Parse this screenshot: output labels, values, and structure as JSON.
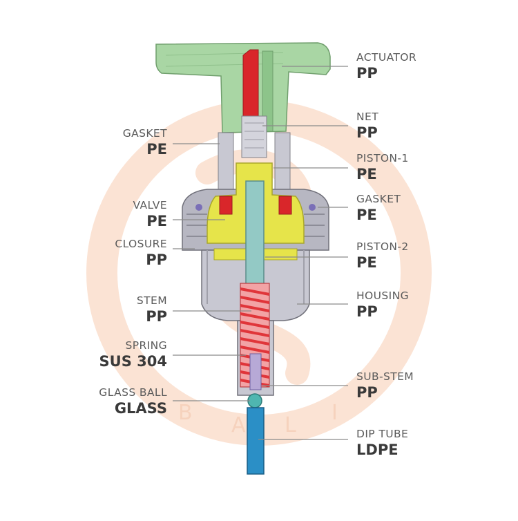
{
  "watermark": {
    "letters": [
      "B",
      "A",
      "L",
      "I"
    ]
  },
  "colors": {
    "watermark": "#fbe3d4",
    "actuator": "#a9d6a4",
    "red_insert": "#d9262a",
    "piston": "#e6e44a",
    "housing": "#c8c8d2",
    "stem": "#93c9c5",
    "spring": "#e0353a",
    "sub_stem": "#b7a9d6",
    "dip_tube": "#2b8fc6"
  },
  "left_labels": [
    {
      "id": "gasket-top",
      "name": "GASKET",
      "material": "PE"
    },
    {
      "id": "valve",
      "name": "VALVE",
      "material": "PE"
    },
    {
      "id": "closure",
      "name": "CLOSURE",
      "material": "PP"
    },
    {
      "id": "stem",
      "name": "STEM",
      "material": "PP"
    },
    {
      "id": "spring",
      "name": "SPRING",
      "material": "SUS 304"
    },
    {
      "id": "glass-ball",
      "name": "GLASS BALL",
      "material": "GLASS"
    }
  ],
  "right_labels": [
    {
      "id": "actuator",
      "name": "ACTUATOR",
      "material": "PP"
    },
    {
      "id": "net",
      "name": "NET",
      "material": "PP"
    },
    {
      "id": "piston-1",
      "name": "PISTON-1",
      "material": "PE"
    },
    {
      "id": "gasket-side",
      "name": "GASKET",
      "material": "PE"
    },
    {
      "id": "piston-2",
      "name": "PISTON-2",
      "material": "PE"
    },
    {
      "id": "housing",
      "name": "HOUSING",
      "material": "PP"
    },
    {
      "id": "sub-stem",
      "name": "SUB-STEM",
      "material": "PP"
    },
    {
      "id": "dip-tube",
      "name": "DIP TUBE",
      "material": "LDPE"
    }
  ]
}
